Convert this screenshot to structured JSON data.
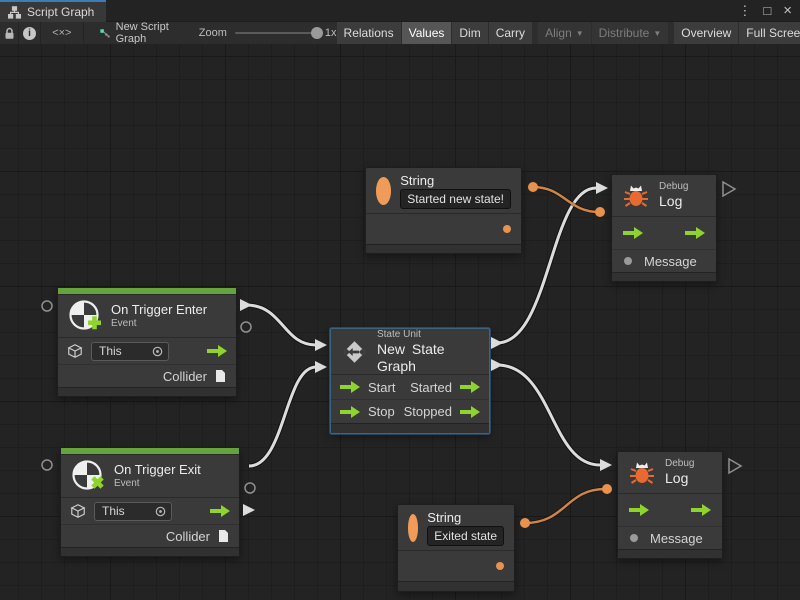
{
  "colors": {
    "accent_green": "#8FD32E",
    "event_header_green": "#63A53C",
    "string_orange": "#F09B59",
    "bug_orange": "#E96A31",
    "wire_orange": "#D08546",
    "wire_white": "#DCDCDC",
    "selection_blue": "#3E7CB8",
    "canvas_bg": "#232323"
  },
  "titlebar": {
    "tab": {
      "icon": "sitemap-icon",
      "title": "Script Graph"
    },
    "menu_glyph": "⋮",
    "maximize_glyph": "□",
    "close_glyph": "×"
  },
  "toolbar": {
    "code_glyph": "<×>",
    "graph_name": "New Script Graph",
    "zoom": {
      "label": "Zoom",
      "value": "1x",
      "position_percent": 97
    },
    "dropdown_glyph": "▼",
    "buttons": [
      {
        "label": "Relations",
        "state": "normal"
      },
      {
        "label": "Values",
        "state": "active"
      },
      {
        "label": "Dim",
        "state": "normal"
      },
      {
        "label": "Carry",
        "state": "normal"
      },
      {
        "label": "Align",
        "state": "disabled",
        "dropdown": true
      },
      {
        "label": "Distribute",
        "state": "disabled",
        "dropdown": true
      },
      {
        "label": "Overview",
        "state": "normal"
      },
      {
        "label": "Full Screen",
        "state": "normal"
      }
    ]
  },
  "graph": {
    "nodes": {
      "string_top": {
        "title": "String",
        "value": "Started new state!"
      },
      "string_bottom": {
        "title": "String",
        "value": "Exited state"
      },
      "debug_top": {
        "kind": "Debug",
        "title": "Log",
        "input_label": "Message"
      },
      "debug_bottom": {
        "kind": "Debug",
        "title": "Log",
        "input_label": "Message"
      },
      "trigger_enter": {
        "title": "On Trigger Enter",
        "subtitle": "Event",
        "target_value": "This",
        "output_label": "Collider"
      },
      "trigger_exit": {
        "title": "On Trigger Exit",
        "subtitle": "Event",
        "target_value": "This",
        "output_label": "Collider"
      },
      "state_unit": {
        "kind": "State Unit",
        "title": "New State Graph",
        "inputs": [
          "Start",
          "Stop"
        ],
        "outputs": [
          "Started",
          "Stopped"
        ],
        "selected": true
      }
    },
    "connections": [
      {
        "from": "trigger_enter.flow",
        "to": "state_unit.Start",
        "color": "white"
      },
      {
        "from": "trigger_exit.flow",
        "to": "state_unit.Stop",
        "color": "white"
      },
      {
        "from": "state_unit.Started",
        "to": "debug_top.flow",
        "color": "white"
      },
      {
        "from": "state_unit.Stopped",
        "to": "debug_bottom.flow",
        "color": "white"
      },
      {
        "from": "string_top.out",
        "to": "debug_top.Message",
        "color": "orange"
      },
      {
        "from": "string_bottom.out",
        "to": "debug_bottom.Message",
        "color": "orange"
      }
    ]
  }
}
